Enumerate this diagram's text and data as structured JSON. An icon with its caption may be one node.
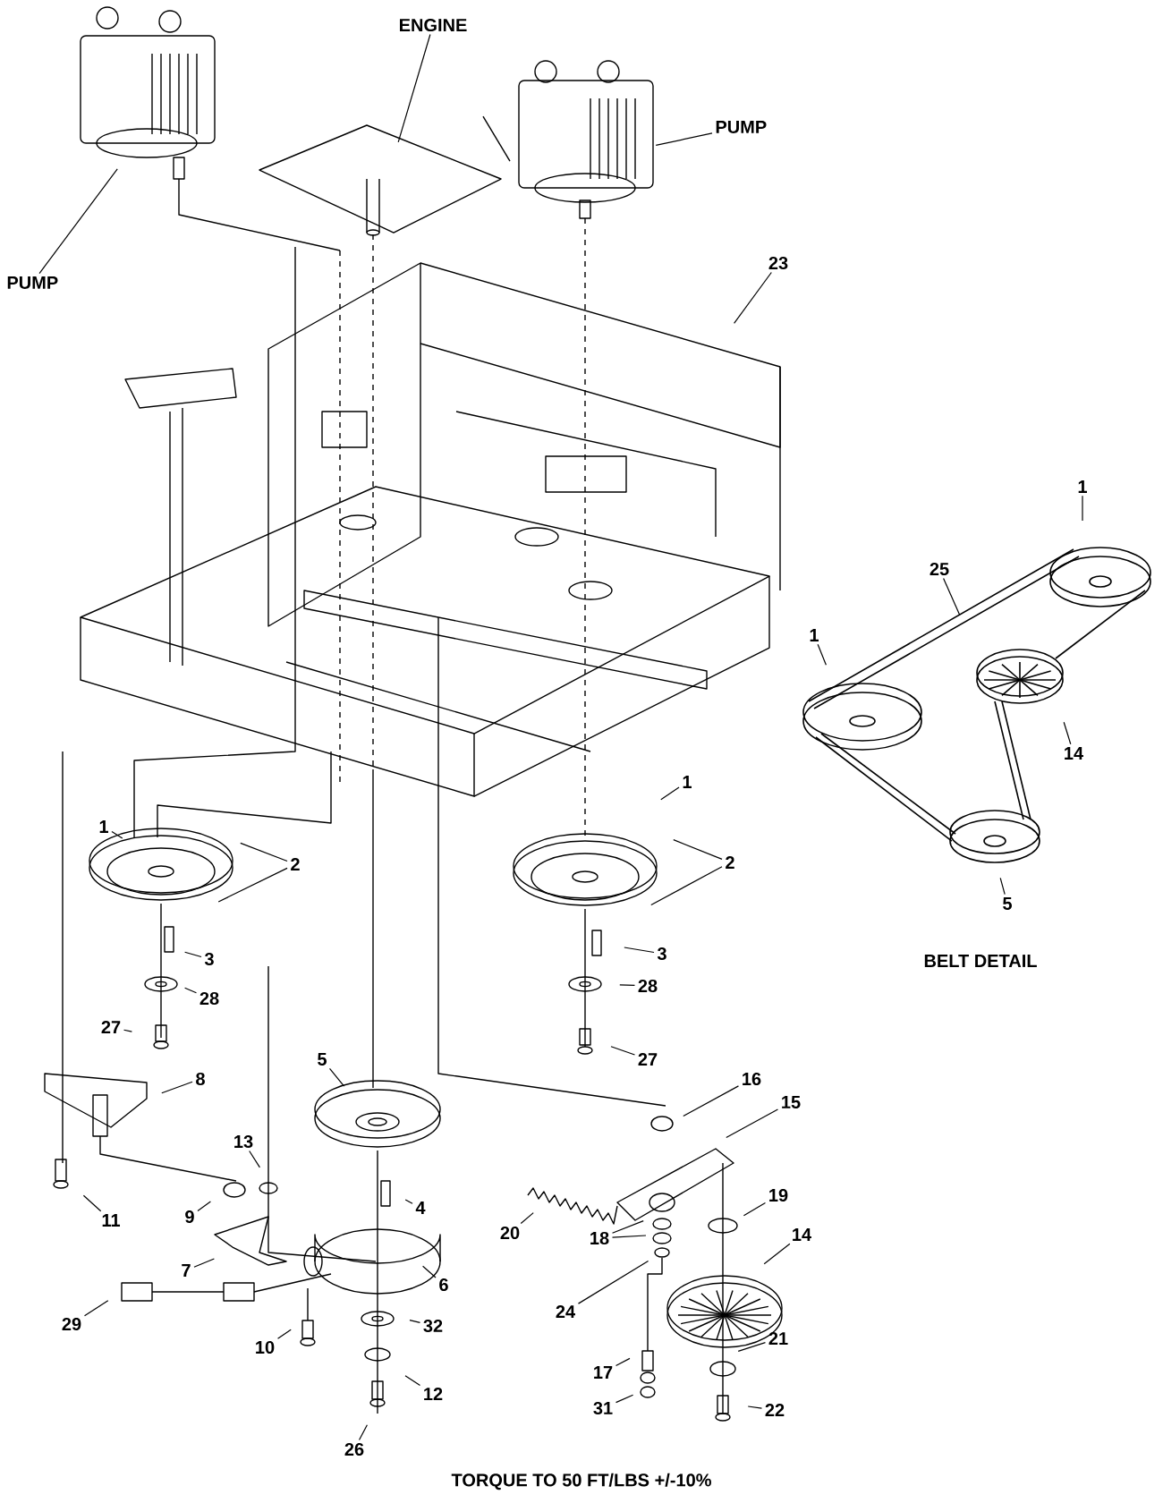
{
  "diagram": {
    "nodes": [
      {
        "text": [
          "ENGINE"
        ]
      },
      {
        "text": [
          "PUMP"
        ]
      },
      {
        "text": [
          "PUMP"
        ]
      },
      {
        "text": [
          "23"
        ]
      },
      {
        "text": [
          "1"
        ]
      },
      {
        "text": [
          "25"
        ]
      },
      {
        "text": [
          "1"
        ]
      },
      {
        "text": [
          "14"
        ]
      },
      {
        "text": [
          "5"
        ]
      },
      {
        "text": [
          "1"
        ]
      },
      {
        "text": [
          "2"
        ]
      },
      {
        "text": [
          "1"
        ]
      },
      {
        "text": [
          "2"
        ]
      },
      {
        "text": [
          "3"
        ]
      },
      {
        "text": [
          "3"
        ]
      },
      {
        "text": [
          "28"
        ]
      },
      {
        "text": [
          "28"
        ]
      },
      {
        "text": [
          "27"
        ]
      },
      {
        "text": [
          "27"
        ]
      },
      {
        "text": [
          "8"
        ]
      },
      {
        "text": [
          "5"
        ]
      },
      {
        "text": [
          "16"
        ]
      },
      {
        "text": [
          "15"
        ]
      },
      {
        "text": [
          "13"
        ]
      },
      {
        "text": [
          "19"
        ]
      },
      {
        "text": [
          "11"
        ]
      },
      {
        "text": [
          "9"
        ]
      },
      {
        "text": [
          "4"
        ]
      },
      {
        "text": [
          "20"
        ]
      },
      {
        "text": [
          "18"
        ]
      },
      {
        "text": [
          "14"
        ]
      },
      {
        "text": [
          "7"
        ]
      },
      {
        "text": [
          "6"
        ]
      },
      {
        "text": [
          "24"
        ]
      },
      {
        "text": [
          "29"
        ]
      },
      {
        "text": [
          "32"
        ]
      },
      {
        "text": [
          "21"
        ]
      },
      {
        "text": [
          "10"
        ]
      },
      {
        "text": [
          "17"
        ]
      },
      {
        "text": [
          "12"
        ]
      },
      {
        "text": [
          "22"
        ]
      },
      {
        "text": [
          "31"
        ]
      },
      {
        "text": [
          "26"
        ]
      }
    ],
    "edges": [
      {
        "from": 0,
        "to": null,
        "arrow": "none"
      },
      {
        "from": 1,
        "to": null,
        "arrow": "none"
      },
      {
        "from": 2,
        "to": null,
        "arrow": "none"
      },
      {
        "from": 3,
        "to": null,
        "arrow": "none"
      },
      {
        "from": 4,
        "to": null,
        "arrow": "none"
      },
      {
        "from": 5,
        "to": null,
        "arrow": "none"
      },
      {
        "from": 6,
        "to": null,
        "arrow": "none"
      },
      {
        "from": 7,
        "to": null,
        "arrow": "none"
      },
      {
        "from": 8,
        "to": null,
        "arrow": "none"
      },
      {
        "from": 9,
        "to": null,
        "arrow": "none"
      },
      {
        "from": 10,
        "to": null,
        "arrow": "none"
      },
      {
        "from": 10,
        "to": null,
        "arrow": "none"
      },
      {
        "from": 11,
        "to": null,
        "arrow": "none"
      },
      {
        "from": 12,
        "to": null,
        "arrow": "none"
      },
      {
        "from": 12,
        "to": null,
        "arrow": "none"
      },
      {
        "from": 13,
        "to": null,
        "arrow": "none"
      },
      {
        "from": 14,
        "to": null,
        "arrow": "none"
      },
      {
        "from": 15,
        "to": null,
        "arrow": "none"
      },
      {
        "from": 16,
        "to": null,
        "arrow": "none"
      },
      {
        "from": 17,
        "to": null,
        "arrow": "none"
      },
      {
        "from": 18,
        "to": null,
        "arrow": "none"
      },
      {
        "from": 19,
        "to": null,
        "arrow": "none"
      },
      {
        "from": 20,
        "to": null,
        "arrow": "none"
      },
      {
        "from": 21,
        "to": null,
        "arrow": "none"
      },
      {
        "from": 22,
        "to": null,
        "arrow": "none"
      },
      {
        "from": 23,
        "to": null,
        "arrow": "none"
      },
      {
        "from": 24,
        "to": null,
        "arrow": "none"
      },
      {
        "from": 25,
        "to": null,
        "arrow": "none"
      },
      {
        "from": 26,
        "to": null,
        "arrow": "none"
      },
      {
        "from": 27,
        "to": null,
        "arrow": "none"
      },
      {
        "from": 28,
        "to": null,
        "arrow": "none"
      },
      {
        "from": 29,
        "to": null,
        "arrow": "none"
      },
      {
        "from": 29,
        "to": null,
        "arrow": "none"
      },
      {
        "from": 30,
        "to": null,
        "arrow": "none"
      },
      {
        "from": 31,
        "to": null,
        "arrow": "none"
      },
      {
        "from": 32,
        "to": null,
        "arrow": "none"
      },
      {
        "from": 33,
        "to": null,
        "arrow": "none"
      },
      {
        "from": 34,
        "to": null,
        "arrow": "none"
      },
      {
        "from": 35,
        "to": null,
        "arrow": "none"
      },
      {
        "from": 36,
        "to": null,
        "arrow": "none"
      },
      {
        "from": 37,
        "to": null,
        "arrow": "none"
      },
      {
        "from": 38,
        "to": null,
        "arrow": "none"
      },
      {
        "from": 39,
        "to": null,
        "arrow": "none"
      },
      {
        "from": 40,
        "to": null,
        "arrow": "none"
      },
      {
        "from": 41,
        "to": null,
        "arrow": "none"
      },
      {
        "from": 42,
        "to": null,
        "arrow": "none"
      }
    ],
    "labels": [
      "BELT DETAIL",
      "TORQUE TO 50 FT/LBS +/-10%"
    ]
  }
}
